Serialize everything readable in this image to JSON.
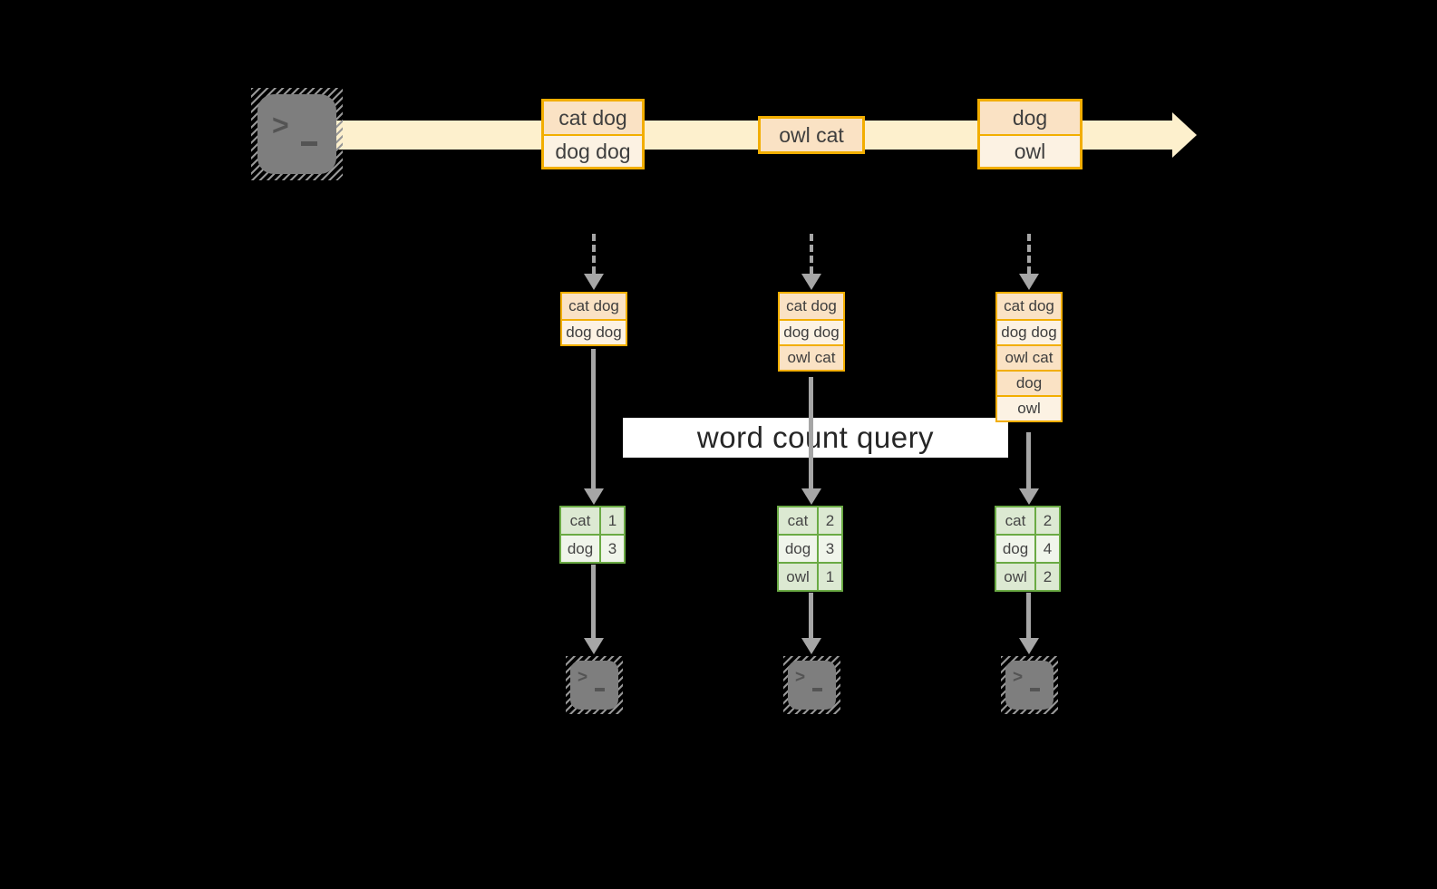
{
  "colors": {
    "bg": "#000000",
    "stream-band": "#FDF0CD",
    "box-border": "#F2AE00",
    "peach": "#FAE2C4",
    "cream": "#FCF2E3",
    "green-border": "#6AAA44",
    "green-dark": "#DCE9D2",
    "green-light": "#F0F5EB",
    "arrow-gray": "#A6A6A6",
    "terminal-gray": "#7E7E7E",
    "label-bg": "#FFFFFF",
    "text-dark": "#3E3E3E"
  },
  "stream": {
    "batches": [
      {
        "rows": [
          "cat dog",
          "dog dog"
        ]
      },
      {
        "rows": [
          "owl cat"
        ]
      },
      {
        "rows": [
          "dog",
          "owl"
        ]
      }
    ]
  },
  "query": {
    "label": "word count query"
  },
  "columns": [
    {
      "state_rows": [
        "cat dog",
        "dog dog"
      ],
      "counts": [
        {
          "word": "cat",
          "count": "1"
        },
        {
          "word": "dog",
          "count": "3"
        }
      ]
    },
    {
      "state_rows": [
        "cat dog",
        "dog dog",
        "owl cat"
      ],
      "counts": [
        {
          "word": "cat",
          "count": "2"
        },
        {
          "word": "dog",
          "count": "3"
        },
        {
          "word": "owl",
          "count": "1"
        }
      ]
    },
    {
      "state_rows": [
        "cat dog",
        "dog dog",
        "owl cat",
        "dog",
        "owl"
      ],
      "counts": [
        {
          "word": "cat",
          "count": "2"
        },
        {
          "word": "dog",
          "count": "4"
        },
        {
          "word": "owl",
          "count": "2"
        }
      ]
    }
  ]
}
